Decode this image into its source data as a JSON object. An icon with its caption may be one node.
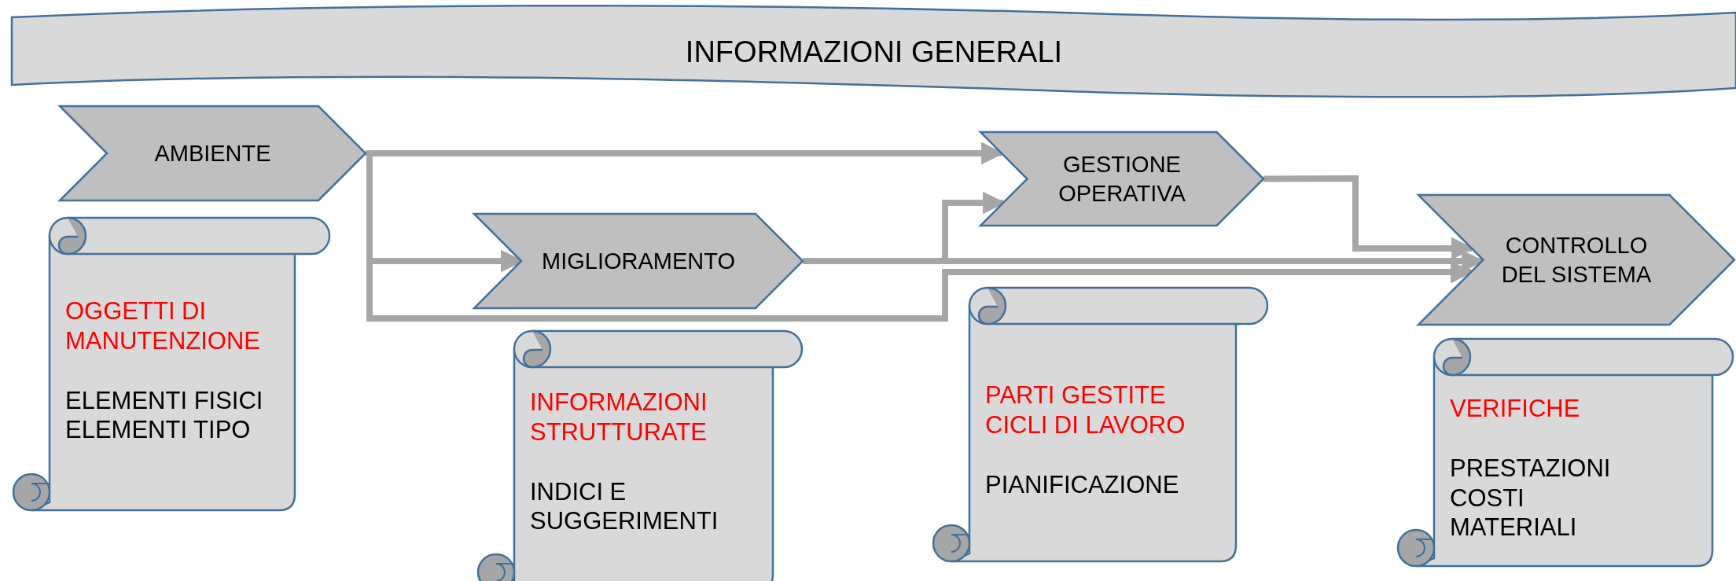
{
  "diagram": {
    "nodes": [
      {
        "text": [
          "INFORMAZIONI GENERALI"
        ]
      },
      {
        "text": [
          "AMBIENTE"
        ]
      },
      {
        "text": [
          "OGGETTI DI MANUTENZIONE",
          "ELEMENTI FISICI",
          "ELEMENTI TIPO"
        ]
      },
      {
        "text": [
          "MIGLIORAMENTO"
        ]
      },
      {
        "text": [
          "INFORMAZIONI STRUTTURATE",
          "INDICI E SUGGERIMENTI"
        ]
      },
      {
        "text": [
          "GESTIONE OPERATIVA"
        ]
      },
      {
        "text": [
          "PARTI GESTITE CICLI DI LAVORO",
          "PIANIFICAZIONE"
        ]
      },
      {
        "text": [
          "CONTROLLO DEL SISTEMA"
        ]
      },
      {
        "text": [
          "VERIFICHE",
          "PRESTAZIONI",
          "COSTI",
          "MATERIALI"
        ]
      }
    ],
    "edges": [
      {
        "from": 1,
        "to": 3,
        "arrow": "to"
      },
      {
        "from": 1,
        "to": 5,
        "arrow": "to"
      },
      {
        "from": 1,
        "to": 7,
        "arrow": "to"
      },
      {
        "from": 3,
        "to": 7,
        "arrow": "to"
      },
      {
        "from": 3,
        "to": 5,
        "arrow": "to"
      },
      {
        "from": 5,
        "to": 7,
        "arrow": "to"
      }
    ]
  }
}
